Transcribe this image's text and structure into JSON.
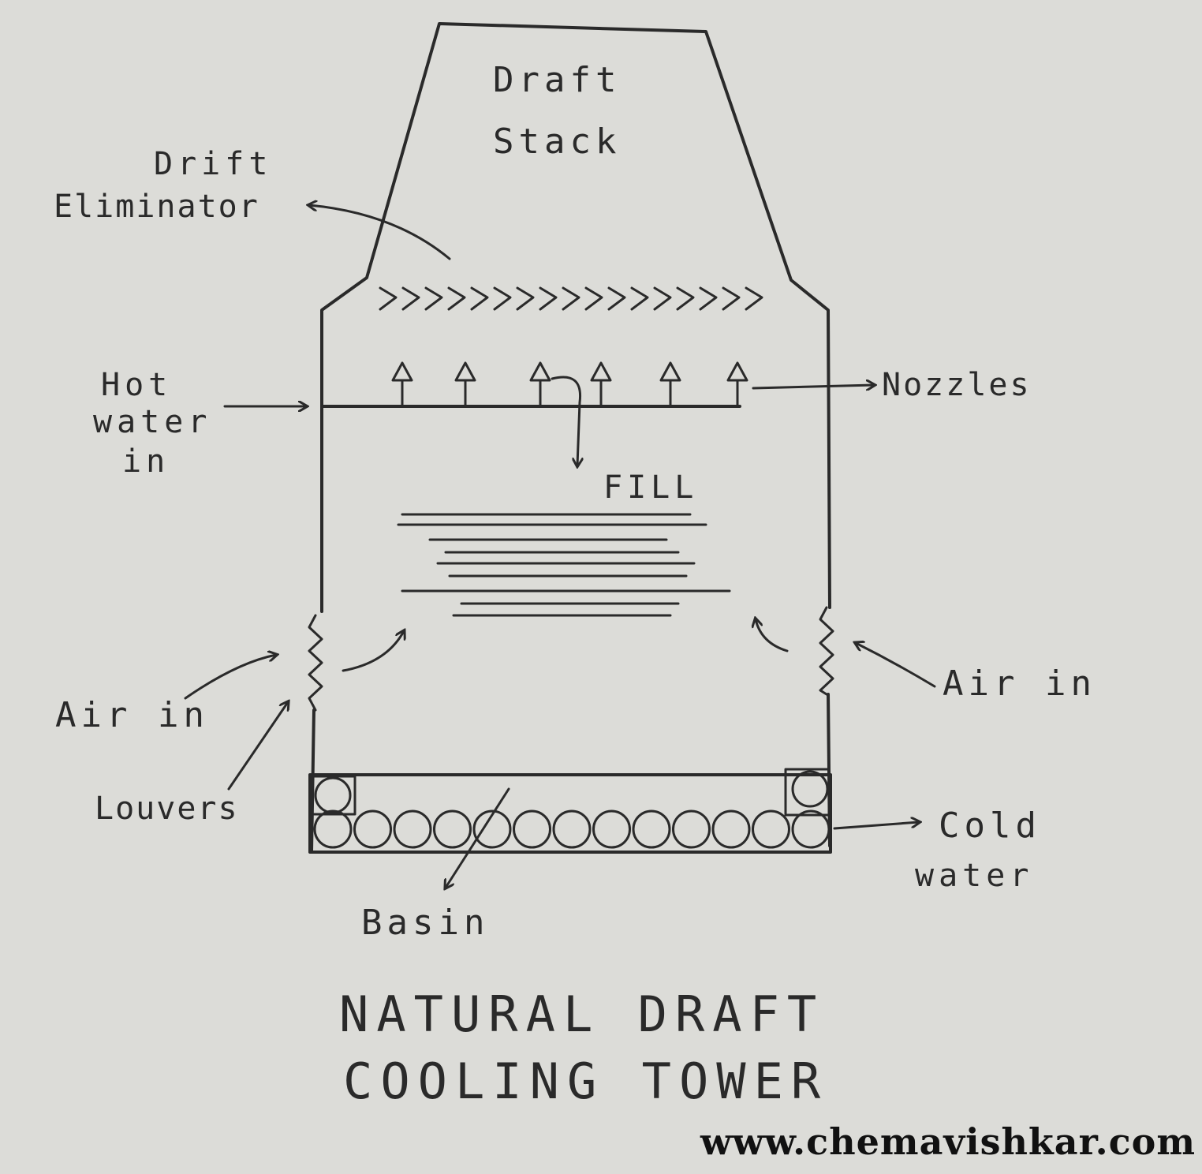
{
  "labels": {
    "draft_stack": [
      "Draft",
      "Stack"
    ],
    "drift_eliminator": [
      "Drift",
      "Eliminator"
    ],
    "hot_water_in": [
      "Hot",
      "water",
      "in"
    ],
    "nozzles": "Nozzles",
    "fill": "FILL",
    "air_in_left": "Air in",
    "air_in_right": "Air in",
    "louvers": "Louvers",
    "cold_water": [
      "Cold",
      "water"
    ],
    "basin": "Basin"
  },
  "title": [
    "NATURAL DRAFT",
    "COOLING TOWER"
  ],
  "watermark": "www.chemavishkar.com",
  "colors": {
    "background": "#dcdcd8",
    "ink": "#2a2a2a"
  }
}
